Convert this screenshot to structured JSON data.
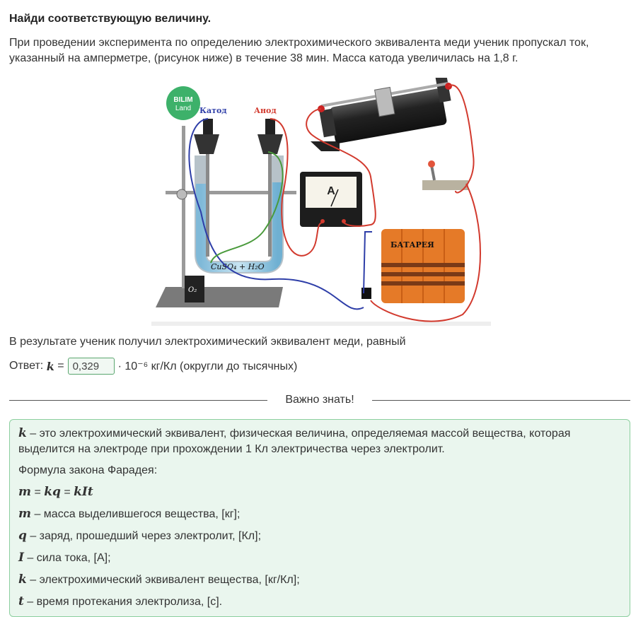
{
  "task": {
    "title": "Найди соответствующую величину.",
    "text": "При проведении эксперимента по определению электрохимического эквивалента меди ученик пропускал ток, указанный на амперметре, (рисунок ниже) в течение 38 мин. Масса катода увеличилась на 1,8 г."
  },
  "figure": {
    "logo_line1": "BILIM",
    "logo_line2": "Land",
    "cathode_label": "Катод",
    "anode_label": "Анод",
    "ammeter_label": "A",
    "battery_label": "БАТАРЕЯ",
    "solution_label": "CuSO₄ + H₂O",
    "oxygen_label": "O₂",
    "colors": {
      "wire_blue": "#2e3ea8",
      "wire_red": "#d23a2e",
      "wire_green": "#4a9a3c",
      "battery": "#e57a28",
      "logo": "#3db16a"
    }
  },
  "result": {
    "text": "В результате ученик получил электрохимический эквивалент меди, равный"
  },
  "answer": {
    "label": "Ответ:",
    "var": "k",
    "eq": "=",
    "value": "0,329",
    "unit": "· 10⁻⁶ кг/Кл (округли до тысячных)"
  },
  "info": {
    "heading": "Важно знать!",
    "def_var": "k",
    "def_text": " – это электрохимический эквивалент, физическая величина, определяемая массой вещества, которая выделится на электроде при прохождении 1 Кл электричества через электролит.",
    "formula_title": "Формула закона Фарадея:",
    "formula": {
      "m": "m",
      "eq1": " = ",
      "kq": "kq",
      "eq2": " = ",
      "kIt": "kIt"
    },
    "items": [
      {
        "var": "m",
        "text": " – масса выделившегося вещества, [кг];"
      },
      {
        "var": "q",
        "text": " – заряд, прошедший через электролит, [Кл];"
      },
      {
        "var": "I",
        "text": " – сила тока, [А];"
      },
      {
        "var": "k",
        "text": " – электрохимический эквивалент вещества, [кг/Кл];"
      },
      {
        "var": "t",
        "text": " – время протекания электролиза, [с]."
      }
    ]
  }
}
